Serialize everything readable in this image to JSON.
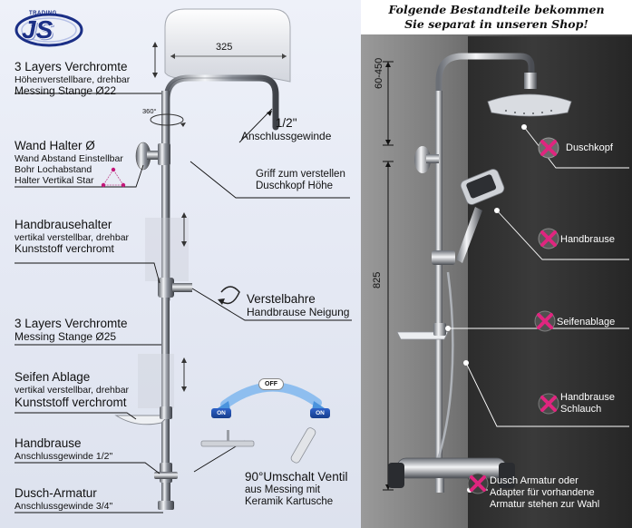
{
  "logo": {
    "small_text": "TRADING",
    "main_text": "JS"
  },
  "banner": {
    "line1": "Folgende Bestandteile bekommen",
    "line2": "Sie separat in unseren Shop!"
  },
  "dimensions": {
    "width_label": "325",
    "rotation_label": "360°",
    "height_range": "60-450",
    "rail_height": "825"
  },
  "left_labels": {
    "layers_top": {
      "title": "3 Layers Verchromte",
      "line2": "Höhenverstellbare, drehbar",
      "line3": "Messing Stange Ø22"
    },
    "wall_holder": {
      "title": "Wand Halter Ø",
      "line2": "Wand Abstand Einstellbar",
      "line3": "Bohr Lochabstand",
      "line4": "Halter Vertikal Star"
    },
    "hand_holder": {
      "title": "Handbrausehalter",
      "line2": "vertikal verstellbar, drehbar",
      "line3": "Kunststoff verchromt"
    },
    "layers_mid": {
      "title": "3 Layers Verchromte",
      "line2": "Messing Stange Ø25"
    },
    "soap_tray": {
      "title": "Seifen Ablage",
      "line2": "vertikal verstellbar, drehbar",
      "line3": "Kunststoff verchromt"
    },
    "hand_shower": {
      "title": "Handbrause",
      "line2": "Anschlussgewinde 1/2\""
    },
    "mixer": {
      "title": "Dusch-Armatur",
      "line2": "Anschlussgewinde 3/4\""
    }
  },
  "center_labels": {
    "thread": {
      "title": "1/2\"",
      "line2": "Anschlussgewinde"
    },
    "grip": {
      "line1": "Griff zum verstellen",
      "line2": "Duschkopf Höhe"
    },
    "tilt": {
      "line1": "Verstelbahre",
      "line2": "Handbrause Neigung"
    },
    "valve": {
      "line1": "90°Umschalt Ventil",
      "line2": "aus Messing mit",
      "line3": "Keramik Kartusche"
    },
    "off_label": "OFF",
    "on_left": "ON",
    "on_right": "ON"
  },
  "right_labels": {
    "shower_head": "Duschkopf",
    "hand_shower": "Handbrause",
    "soap_dish": "Seifenablage",
    "hose_line1": "Handbrause",
    "hose_line2": "Schlauch",
    "mixer_line1": "Dusch Armatur oder",
    "mixer_line2": "Adapter für vorhandene",
    "mixer_line3": "Armatur stehen zur   Wahl"
  },
  "colors": {
    "brand_blue": "#1b2f86",
    "excluded_mark": "#d6227f",
    "chrome": "#b8bcc4"
  }
}
